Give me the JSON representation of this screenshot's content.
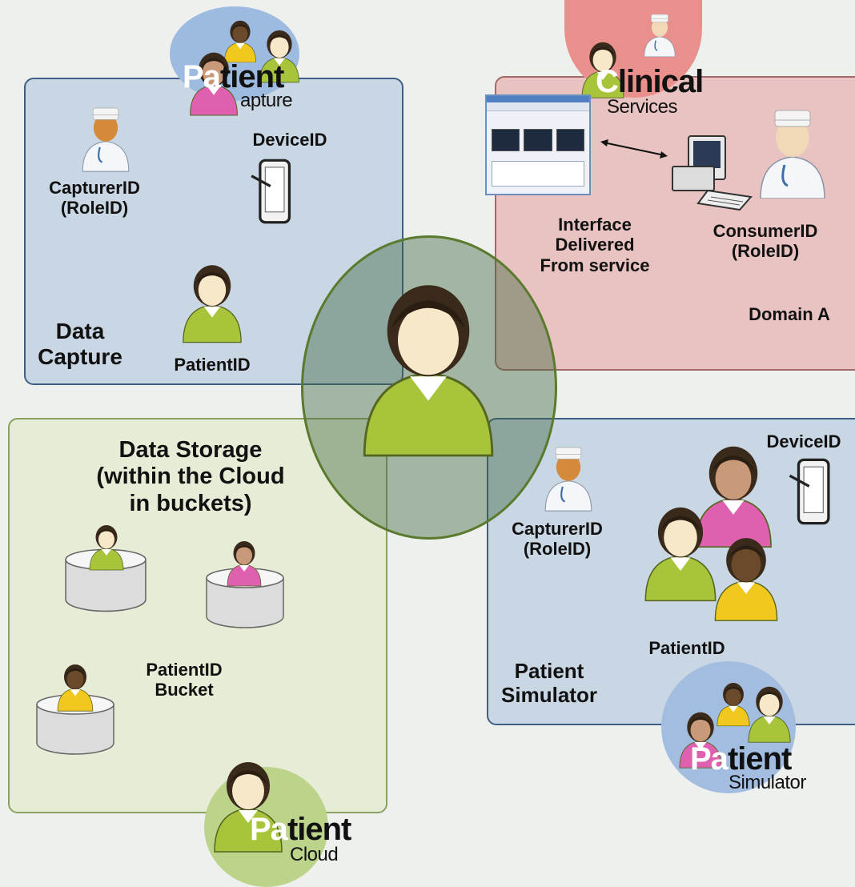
{
  "badges": {
    "capture": {
      "big_pre": "Pa",
      "big_post": "tient",
      "sub": "apture"
    },
    "clinical": {
      "big_pre": "C",
      "big_post": "linical",
      "sub": "Services"
    },
    "simulator": {
      "big_pre": "Pa",
      "big_post": "tient",
      "sub": "Simulator"
    },
    "cloud": {
      "big_pre": "Pa",
      "big_post": "tient",
      "sub": "Cloud"
    }
  },
  "capture_box": {
    "device_label": "DeviceID",
    "capturer_label": "CapturerID\n(RoleID)",
    "patient_label": "PatientID",
    "title": "Data\nCapture"
  },
  "clinical_box": {
    "interface_label": "Interface\nDelivered\nFrom service",
    "consumer_label": "ConsumerID\n(RoleID)",
    "domain_label": "Domain A"
  },
  "storage_box": {
    "title": "Data Storage\n(within the Cloud\nin buckets)",
    "bucket_label": "PatientID\nBucket"
  },
  "simulator_box": {
    "device_label": "DeviceID",
    "capturer_label": "CapturerID\n(RoleID)",
    "patient_label": "PatientID",
    "title": "Patient\nSimulator"
  },
  "colors": {
    "capture_fill": "#c9d6e3",
    "capture_border": "#3f5f86",
    "clinical_fill": "#e8c3c1",
    "clinical_border": "#a36a68",
    "storage_fill": "#e6ecd5",
    "storage_border": "#8aa160",
    "center_border": "#5a7a2e",
    "patient_green": "#a8c43a",
    "patient_pink": "#e060b0",
    "patient_yellow": "#f2c81e"
  }
}
